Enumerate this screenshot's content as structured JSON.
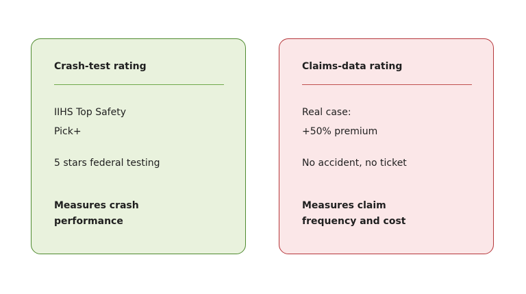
{
  "cards": [
    {
      "title": "Crash-test rating",
      "lines": [
        "IIHS Top Safety",
        "Pick+",
        "5 stars federal testing"
      ],
      "summary": [
        "Measures crash",
        "performance"
      ],
      "fill": "#e9f2dd",
      "border": "#4e8a2e"
    },
    {
      "title": "Claims-data rating",
      "lines": [
        "Real case:",
        "+50% premium",
        "No accident, no ticket"
      ],
      "summary": [
        "Measures claim",
        "frequency and cost"
      ],
      "fill": "#fbe7e8",
      "border": "#b5363a"
    }
  ]
}
